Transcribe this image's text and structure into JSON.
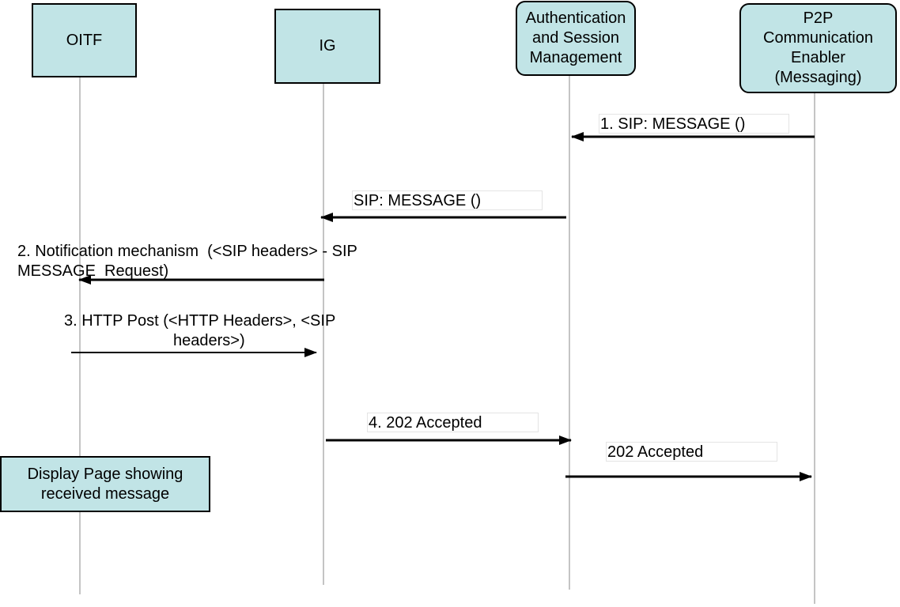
{
  "participants": {
    "oitf": "OITF",
    "ig": "IG",
    "asm": "Authentication\nand Session\nManagement",
    "p2p": "P2P\nCommunication\nEnabler\n(Messaging)"
  },
  "messages": {
    "m1": "1. SIP: MESSAGE ()",
    "m1b": "SIP: MESSAGE ()",
    "m2": "2. Notification mechanism  (<SIP headers> - SIP\nMESSAGE  Request)",
    "m3_line1": "3. HTTP Post   (<HTTP Headers>, <SIP",
    "m3_line2": "headers>)",
    "m4": "4. 202 Accepted",
    "m4b": "202 Accepted"
  },
  "note": {
    "text": "Display Page showing\nreceived message"
  },
  "colors": {
    "actor_fill": "#c1e4e6",
    "lifeline": "#c4c4c4",
    "arrow": "#000000"
  }
}
